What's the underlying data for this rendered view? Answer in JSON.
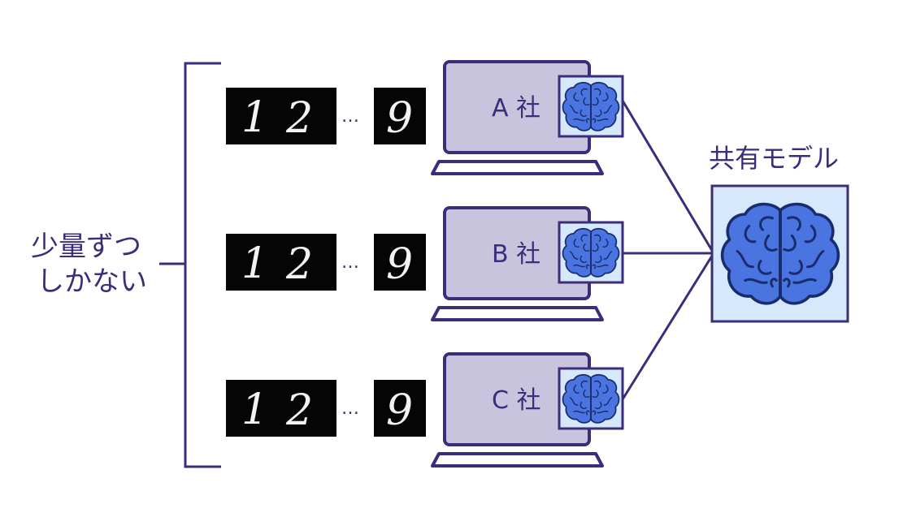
{
  "left_label": {
    "line1": "少量ずつ",
    "line2": "しかない"
  },
  "shared_model": {
    "label": "共有モデル",
    "icon": "brain-icon"
  },
  "companies": [
    {
      "label": "A 社",
      "icon": "brain-icon"
    },
    {
      "label": "B 社",
      "icon": "brain-icon"
    },
    {
      "label": "C 社",
      "icon": "brain-icon"
    }
  ],
  "digit_samples": {
    "first": "1",
    "second": "2",
    "ellipsis": "…",
    "last": "9"
  },
  "colors": {
    "primary": "#3b2d7a",
    "screen": "#c9c4de",
    "brain_fill": "#4a74e0",
    "model_box": "#d6e8fb"
  }
}
